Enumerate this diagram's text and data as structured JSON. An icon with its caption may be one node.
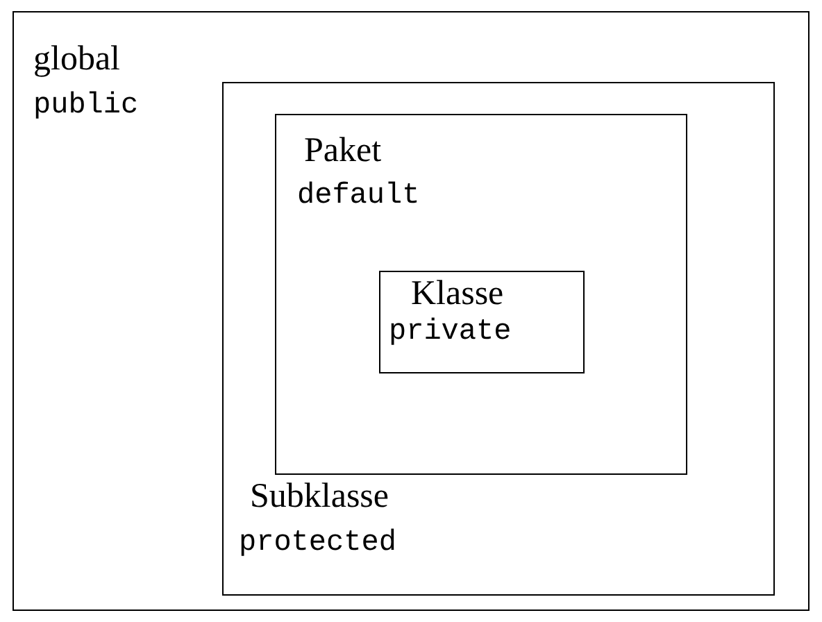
{
  "diagram": {
    "nodes": [
      {
        "text": [
          "global",
          "public"
        ]
      },
      {
        "text": [
          "Subklasse",
          "protected"
        ],
        "in": 0
      },
      {
        "text": [
          "Paket",
          "default"
        ],
        "in": 1
      },
      {
        "text": [
          "Klasse",
          "private"
        ],
        "in": 2
      }
    ]
  }
}
